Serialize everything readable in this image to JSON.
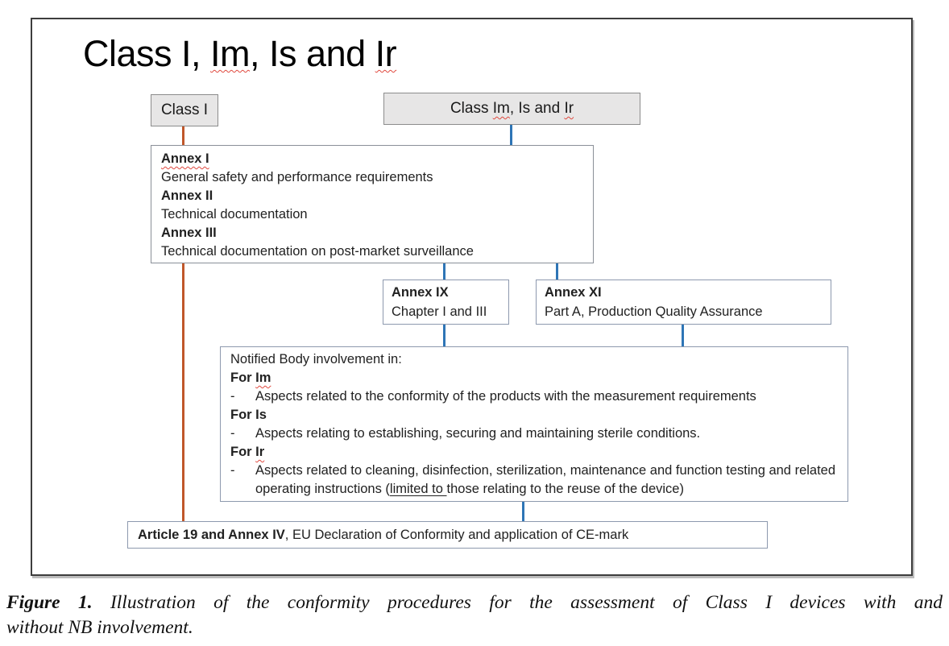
{
  "title": {
    "part1": "Class I, ",
    "part2": "Im",
    "part3": ", Is and ",
    "part4": "Ir"
  },
  "boxes": {
    "class_i": {
      "label": "Class I"
    },
    "class_im": {
      "p1": "Class ",
      "p2": "Im",
      "p3": ", Is and ",
      "p4": "Ir"
    },
    "annex": {
      "entries": [
        {
          "title": "Annex I",
          "text": "General safety and performance requirements"
        },
        {
          "title": "Annex II",
          "text": "Technical documentation"
        },
        {
          "title": "Annex III",
          "text": "Technical documentation on post-market surveillance"
        }
      ]
    },
    "annex_ix": {
      "title": "Annex IX",
      "text": "Chapter I and III"
    },
    "annex_xi": {
      "title": "Annex XI",
      "text": "Part A, Production Quality Assurance"
    },
    "notified": {
      "intro": "Notified Body involvement in:",
      "dash": "-",
      "for_im_p1": "For ",
      "for_im_p2": "Im",
      "im_bullet": "Aspects related to the conformity of the products with the measurement requirements",
      "for_is": "For Is",
      "is_bullet": "Aspects relating to establishing, securing and maintaining sterile conditions.",
      "for_ir_p1": "For ",
      "for_ir_p2": "Ir",
      "ir_bullet_p1": "Aspects related to cleaning, disinfection, sterilization, maintenance and function testing and related operating instructions (",
      "ir_bullet_underlined": "limited to ",
      "ir_bullet_p2": "those relating to the reuse of the device)"
    },
    "article": {
      "bold": "Article 19 and Annex IV",
      "rest": ", EU Declaration of Conformity and application of CE-mark"
    }
  },
  "caption": {
    "label": "Figure 1.",
    "line1": " Illustration of the conformity procedures for the assessment of Class I devices with and",
    "line2": "without NB involvement."
  },
  "colors": {
    "orange_line": "#C0572A",
    "blue_line": "#2E75B6",
    "gray_box_fill": "#E7E6E6"
  }
}
